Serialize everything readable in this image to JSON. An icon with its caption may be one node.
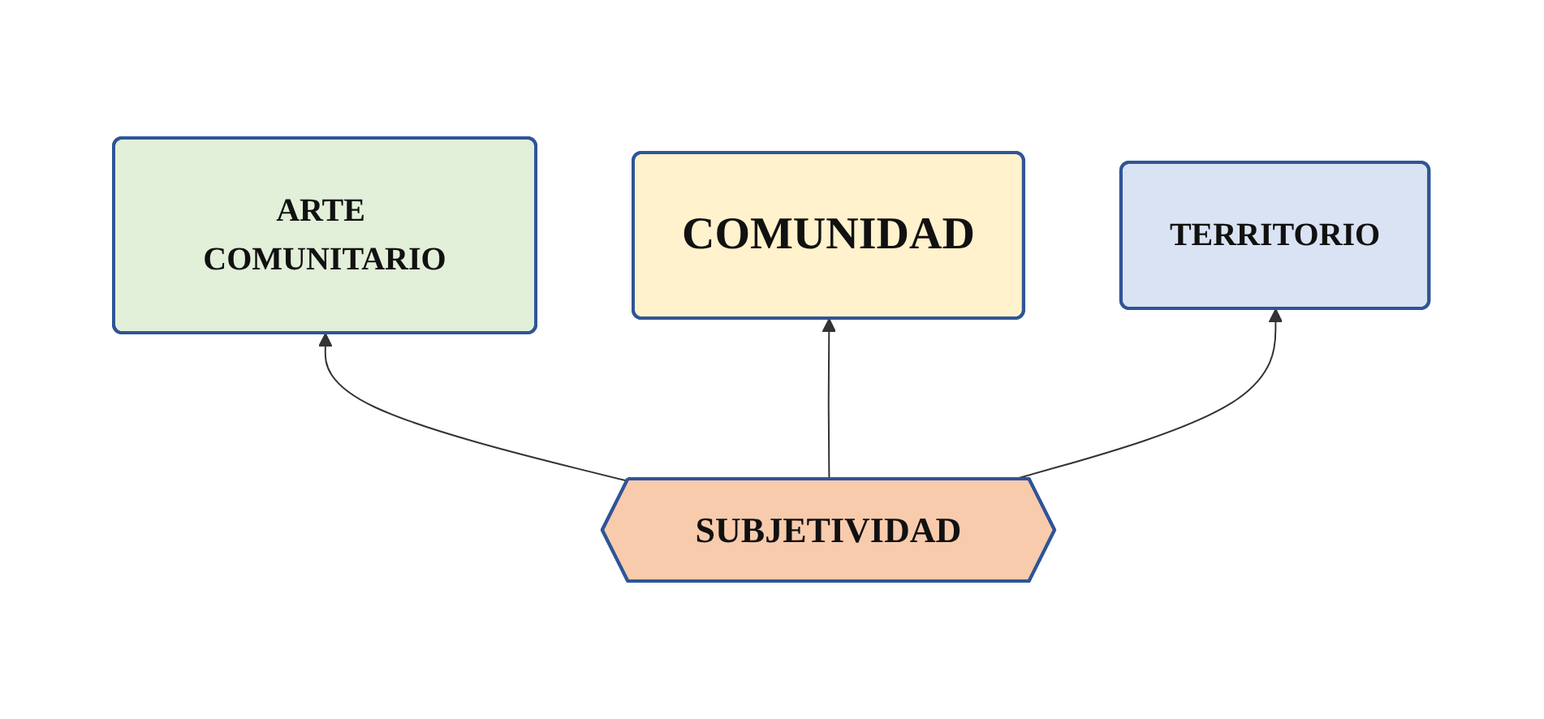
{
  "diagram": {
    "nodes": [
      {
        "text": [
          "ARTE COMUNITARIO"
        ]
      },
      {
        "text": [
          "COMUNIDAD"
        ]
      },
      {
        "text": [
          "TERRITORIO"
        ]
      },
      {
        "text": [
          "SUBJETIVIDAD"
        ]
      }
    ],
    "edges": [
      {
        "from": 3,
        "to": 0,
        "arrow": "to"
      },
      {
        "from": 3,
        "to": 1,
        "arrow": "to"
      },
      {
        "from": 3,
        "to": 2,
        "arrow": "to"
      }
    ]
  }
}
